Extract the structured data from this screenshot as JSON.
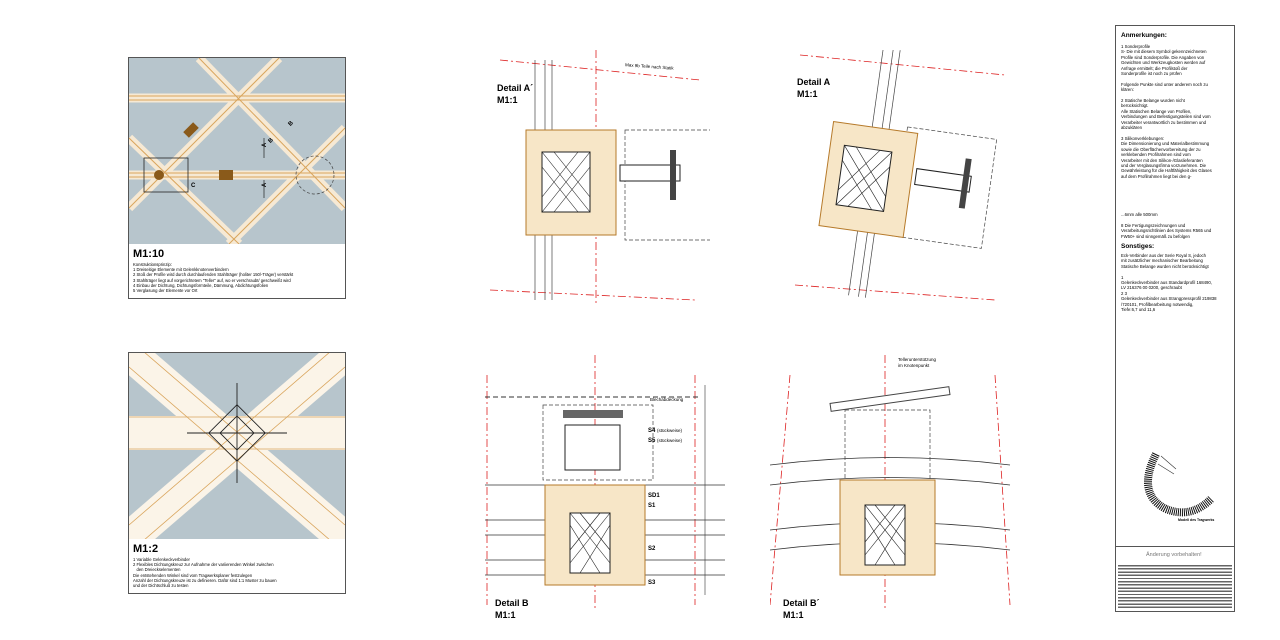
{
  "panel_m110": {
    "scale": "M1:10",
    "notes": "Konstruktionsprinzip:\n1 Dreiseitige Elemente mit Gelenkknotenverbindern\n2 Stoß der Profile wird durch durchlaufenden Stahlträger (holiter 150/-Träger) verstärkt\n3 Stahlträger liegt auf vorgerichtetem \"Teller\" auf, wo er verschraubt/ geschweißt wird\n4 Einbau der Dichtung, Dichtungsformteile, Dämmung, Abdichtungsfolien\n5 Verglasung der Elemente vor Ort",
    "section_labels": [
      "A",
      "A",
      "B",
      "B",
      "C"
    ]
  },
  "panel_m12": {
    "scale": "M1:2",
    "notes": "1 Variable Gelenkeckverbinder\n2 Flexibles Dichtungskreuz zur Aufnahme der variierenden Winkel zwischen\n   den Dreieckselementen\nDie entstehenden Winkel sind vom Tragwerksplaner festzulegen\nAnzahl der Dichtungskreuze ist zu definieren. Dafür sind 1:1 Muster zu bauen\nund der Dichtschluß zu testen"
  },
  "details": {
    "a_prime": {
      "title": "Detail A´",
      "scale": "M1:1",
      "dim_note": "Max 9b Teile nach Statik"
    },
    "a": {
      "title": "Detail A",
      "scale": "M1:1"
    },
    "b": {
      "title": "Detail B",
      "scale": "M1:1",
      "blech": "Blechabdeckung",
      "s4": "S4",
      "s4_note": "(stückweise)",
      "s5": "S5",
      "s5_note": "(stückweise)",
      "sd1": "SD1",
      "s1": "S1",
      "s2": "S2",
      "s3": "S3"
    },
    "b_prime": {
      "title": "Detail B´",
      "scale": "M1:1",
      "support": "Tellerunterstützung\nim Knotenpunkt"
    }
  },
  "sidebar": {
    "heading": "Anmerkungen:",
    "text1": "1 Sonderprofile\nS- Die mit diesem Symbol gekennzeichneten\nProfile sind Sonderprofile. Die Angaben von\nGewichten und Werkzeugkosten werden auf\nAnfrage ermittelt; die Profilstoß der\nSonderprofile ist noch zu prüfen\n\nFolgende Punkte sind unter anderem noch zu\nklären:\n\n2 Statische Belange wurden nicht\nberücksichtigt.\nAlle Statischen Belange von Profilen,\nVerbindungen und Befestigungsteilen sind vom\nVerarbeiter verantwortlich zu bestimmen und\nabzuklären\n\n3 Silikonverklebungen:\nDie Dimensionierung und Materialbestimmung\nsowie die Oberflächenvorbereitung der zu\nverklebenden Profilrahmen sind vom\nVerarbeiter mit den Silikon-/Glaslieferanten\nund der Verglasungsfirma vorzunehmen. Die\nGewährleistung für die Haftfähigkeit des Glases\nauf dem Profilrahmen liegt bei den g-",
    "text2": "...6mm alle 500mm\n\n8 Die Fertigungszeichnungen und\nVerarbeitungsrichtlinien des Systems R565 und\nFW50+ sind sinngemäß zu befolgen",
    "heading2": "Sonstiges:",
    "text3": "Eck-Verbinder aus der Serie Royal S, jedoch\nmit zusätzlicher mechanischer Bearbeitung\nStatische Belange wurden nicht berücksichtigt\n\n1\nGelenkeckverbinder aus Standardprofil 168490,\nLV 216376 00 0200, geschraubt\n2 3\nGelenkeckverbinder aus Strangpressprofil 219838\n/720101, Profilbearbeitung notwendig,\nTiefe:6,7 und 11,6",
    "image_caption": "Modell des Tragwerks",
    "change_note": "Änderung vorbehalten!"
  },
  "colors": {
    "glass": "#b7c5cc",
    "profile": "#e3b87a",
    "red": "#d22",
    "line": "#333"
  }
}
